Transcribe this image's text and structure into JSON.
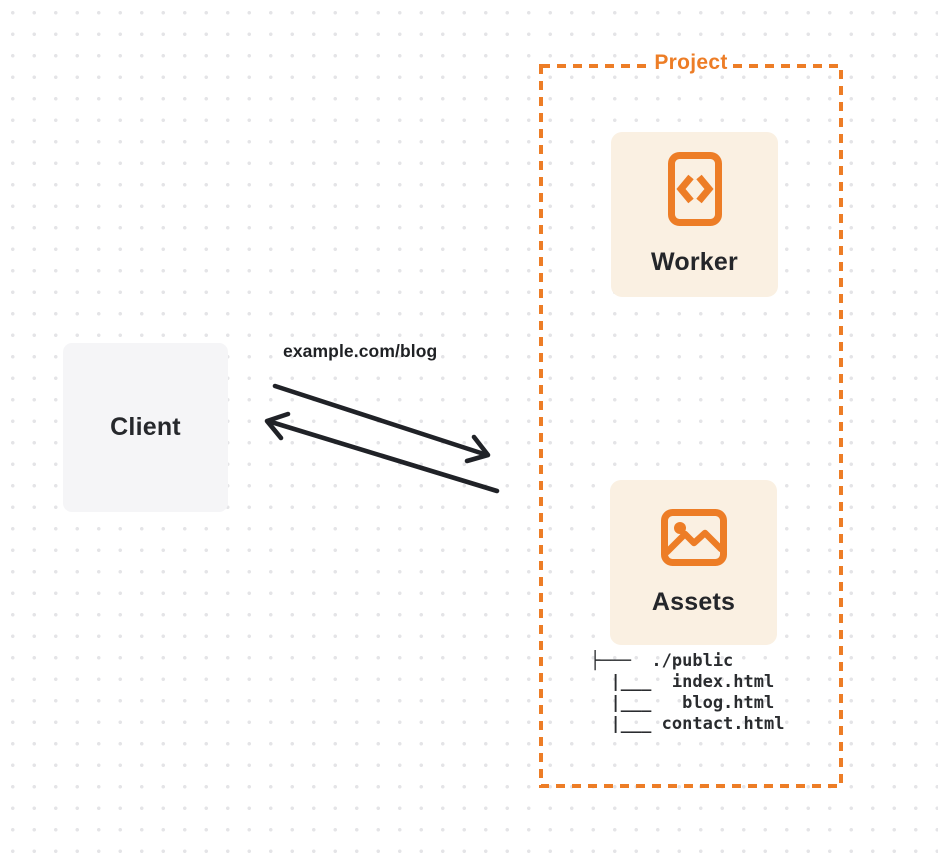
{
  "colors": {
    "accent_orange": "#ed7d26",
    "card_background": "#faf0e2",
    "client_background": "#f5f5f7",
    "ink": "#24262a",
    "dot_grid": "#e4e4e7"
  },
  "client": {
    "label": "Client"
  },
  "arrow": {
    "label": "example.com/blog"
  },
  "project": {
    "title": "Project",
    "nodes": [
      {
        "id": "worker",
        "label": "Worker",
        "icon": "code-icon"
      },
      {
        "id": "assets",
        "label": "Assets",
        "icon": "image-icon"
      }
    ],
    "file_tree": {
      "lines": [
        "├───  ./public",
        "  |___  index.html",
        "  |___   blog.html",
        "  |___ contact.html"
      ]
    }
  }
}
